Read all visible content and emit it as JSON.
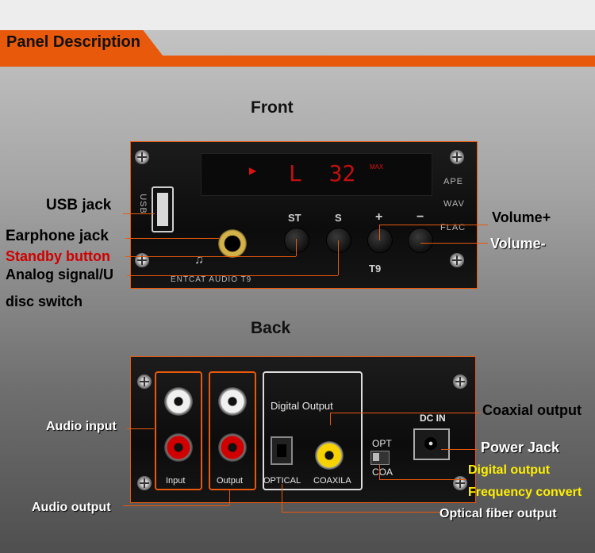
{
  "header": {
    "title": "Panel Description"
  },
  "front": {
    "title": "Front",
    "display": {
      "indicator": "▶",
      "text": "L  32",
      "unit": "MAX"
    },
    "usb_side_label": "USB",
    "buttons": [
      "ST",
      "S",
      "+",
      "−"
    ],
    "formats": [
      "APE",
      "WAV",
      "FLAC"
    ],
    "model": "T9",
    "brand": "ENTCAT AUDIO T9",
    "labels": {
      "usb_jack": "USB jack",
      "earphone_jack": "Earphone jack",
      "standby_button": "Standby button",
      "analog_switch_line1": "Analog signal/U",
      "analog_switch_line2": "disc switch",
      "volume_up": "Volume+",
      "volume_down": "Volume-"
    }
  },
  "back": {
    "title": "Back",
    "input_label": "Input",
    "output_label": "Output",
    "digital_output_title": "Digital Output",
    "optical_label": "OPTICAL",
    "coax_label": "COAXILA",
    "switch_opt": "OPT",
    "switch_coa": "COA",
    "dc_label": "DC IN",
    "labels": {
      "audio_input": "Audio input",
      "audio_output": "Audio output",
      "coaxial_output": "Coaxial output",
      "power_jack": "Power Jack",
      "digital_output": "Digital output",
      "frequency_convert": "Frequency convert",
      "optical_fiber_output": "Optical fiber output"
    }
  },
  "colors": {
    "accent": "#e8590c",
    "standby": "#d00000",
    "digital": "#ffef00"
  }
}
